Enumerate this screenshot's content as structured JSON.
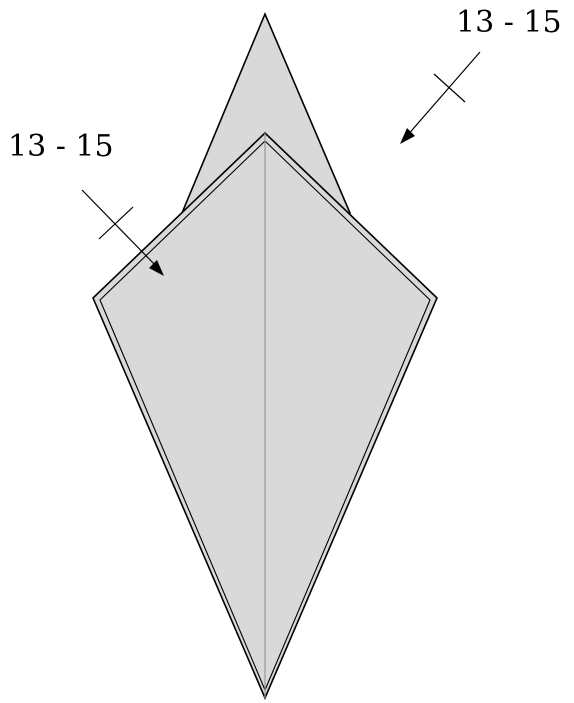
{
  "diagram": {
    "annotations": [
      {
        "id": "right",
        "text": "13 - 15"
      },
      {
        "id": "left",
        "text": "13 - 15"
      }
    ],
    "colors": {
      "paper_fill": "#d9d9d9",
      "outline": "#000000",
      "crease": "#9a9a9a",
      "background": "#ffffff"
    }
  }
}
